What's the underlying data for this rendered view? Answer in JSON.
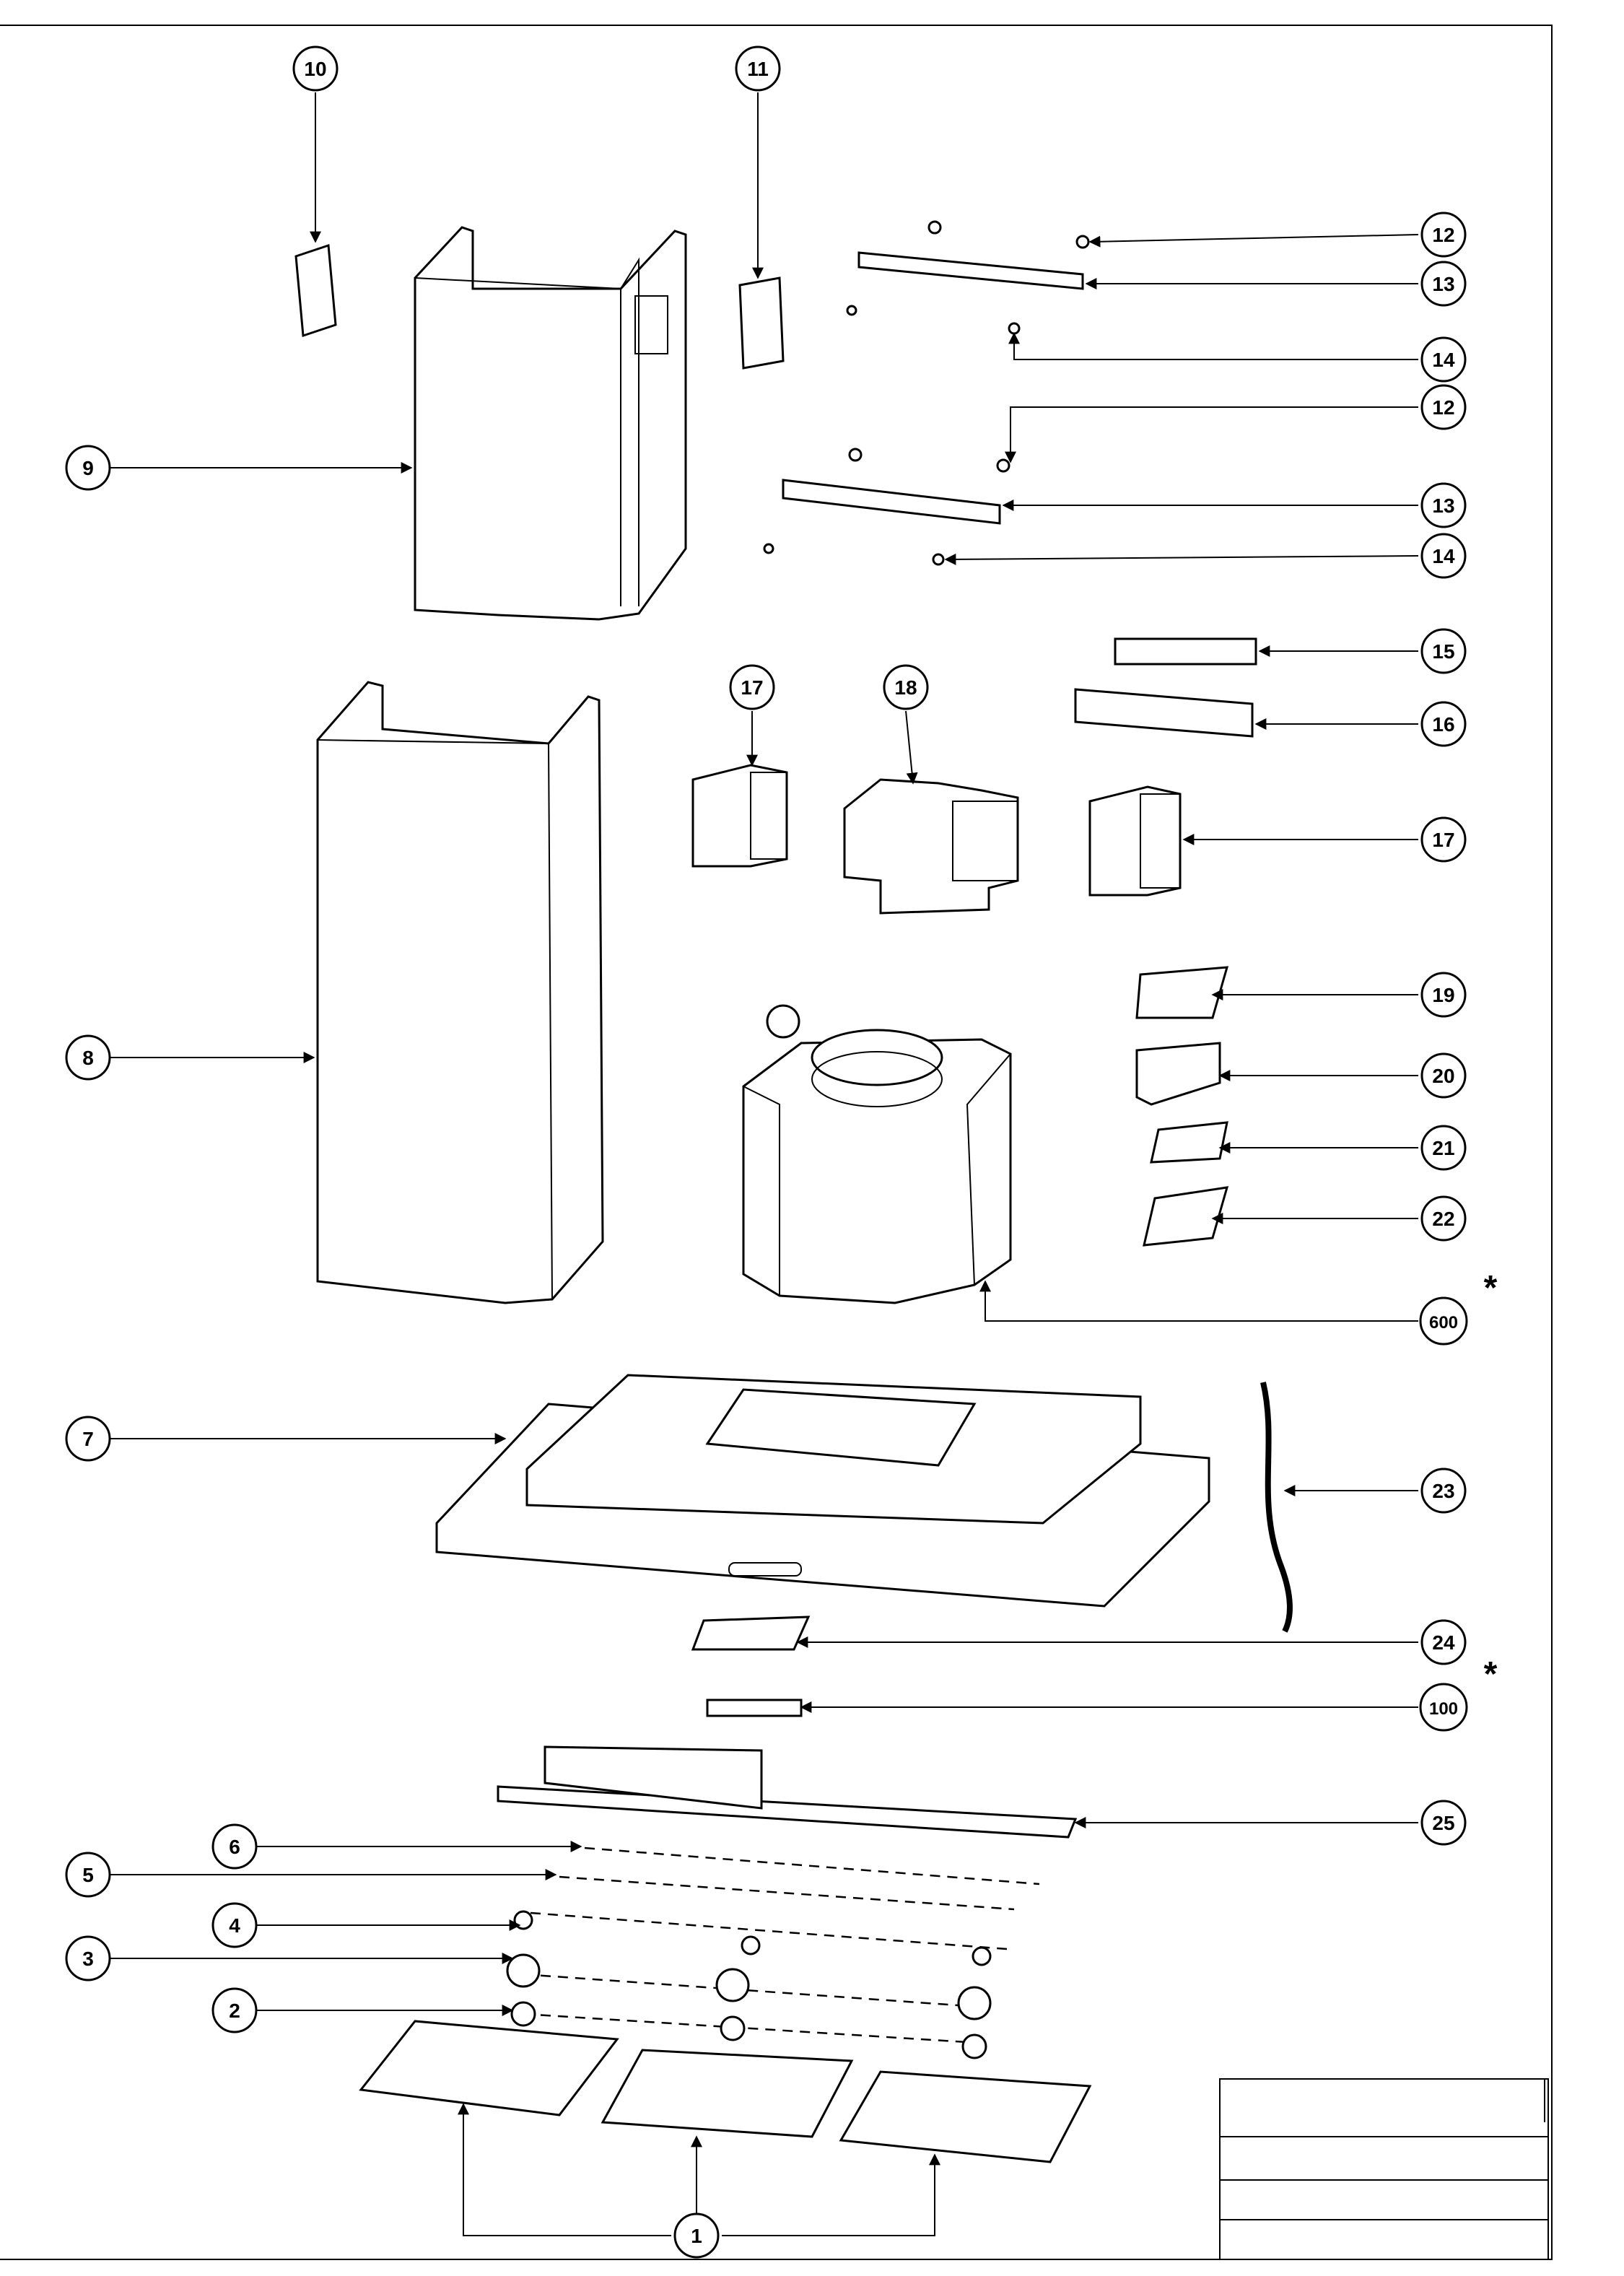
{
  "diagram": {
    "callouts": [
      {
        "id": "c10",
        "label": "10"
      },
      {
        "id": "c11",
        "label": "11"
      },
      {
        "id": "c12a",
        "label": "12"
      },
      {
        "id": "c13a",
        "label": "13"
      },
      {
        "id": "c14a",
        "label": "14"
      },
      {
        "id": "c12b",
        "label": "12"
      },
      {
        "id": "c13b",
        "label": "13"
      },
      {
        "id": "c14b",
        "label": "14"
      },
      {
        "id": "c9",
        "label": "9"
      },
      {
        "id": "c15",
        "label": "15"
      },
      {
        "id": "c16",
        "label": "16"
      },
      {
        "id": "c17a",
        "label": "17"
      },
      {
        "id": "c18",
        "label": "18"
      },
      {
        "id": "c17b",
        "label": "17"
      },
      {
        "id": "c19",
        "label": "19"
      },
      {
        "id": "c20",
        "label": "20"
      },
      {
        "id": "c21",
        "label": "21"
      },
      {
        "id": "c22",
        "label": "22"
      },
      {
        "id": "c8",
        "label": "8"
      },
      {
        "id": "c600",
        "label": "600"
      },
      {
        "id": "c7",
        "label": "7"
      },
      {
        "id": "c23",
        "label": "23"
      },
      {
        "id": "c24",
        "label": "24"
      },
      {
        "id": "c100",
        "label": "100"
      },
      {
        "id": "c25",
        "label": "25"
      },
      {
        "id": "c6",
        "label": "6"
      },
      {
        "id": "c5",
        "label": "5"
      },
      {
        "id": "c4",
        "label": "4"
      },
      {
        "id": "c3",
        "label": "3"
      },
      {
        "id": "c2",
        "label": "2"
      },
      {
        "id": "c1",
        "label": "1"
      }
    ],
    "markers": {
      "asterisk_600": "*",
      "asterisk_100": "*"
    }
  }
}
